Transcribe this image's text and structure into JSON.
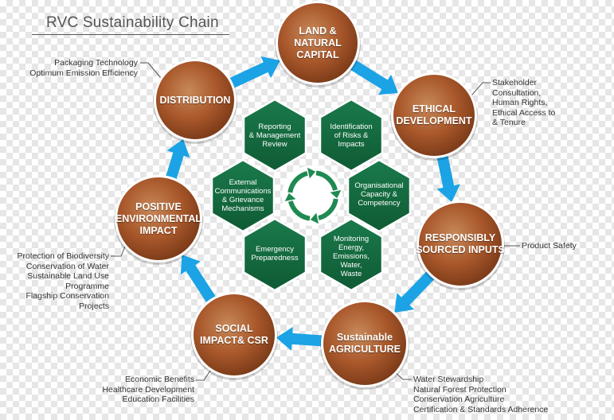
{
  "title": "RVC Sustainability Chain",
  "colors": {
    "arrow": "#1ba3e5",
    "circle_dark": "#7a3a18",
    "circle_mid": "#a9582b",
    "circle_light": "#c7895a",
    "hex_green": "#1a7a4b",
    "hex_green_dark": "#0f5a34",
    "ring_green": "#1f8a52"
  },
  "nodes": [
    {
      "id": "land-natural-capital",
      "label": "LAND &\nNATURAL\nCAPITAL"
    },
    {
      "id": "ethical-development",
      "label": "ETHICAL\nDEVELOPMENT"
    },
    {
      "id": "responsibly-sourced-inputs",
      "label": "RESPONSIBLY\nSOURCED INPUTS"
    },
    {
      "id": "sustainable-agriculture",
      "label": "Sustainable\nAGRICULTURE"
    },
    {
      "id": "social-impact-csr",
      "label": "SOCIAL\nIMPACT& CSR"
    },
    {
      "id": "positive-environmental-impact",
      "label": "POSITIVE\nENVIRONMENTAL\nIMPACT"
    },
    {
      "id": "distribution",
      "label": "DISTRIBUTION"
    }
  ],
  "hexagons": [
    {
      "id": "reporting",
      "label": "Reporting\n& Management\nReview"
    },
    {
      "id": "identification",
      "label": "Identification\nof Risks &\nImpacts"
    },
    {
      "id": "external-communications",
      "label": "External\nCommunications\n& Grievance\nMechanisms"
    },
    {
      "id": "organisational",
      "label": "Organisational\nCapacity &\nCompetency"
    },
    {
      "id": "emergency",
      "label": "Emergency\nPreparedness"
    },
    {
      "id": "monitoring",
      "label": "Monitoring\nEnergy,\nEmissions,\nWater,\nWaste"
    }
  ],
  "notes": {
    "distribution": [
      "Packaging Technology",
      "Optimum Emission Efficiency"
    ],
    "ethical": [
      "Stakeholder",
      "Consultation,",
      "Human Rights,",
      "Ethical Access to",
      "& Tenure"
    ],
    "responsibly": [
      "Product Safety"
    ],
    "environmental": [
      "Protection of Biodiversity",
      "Conservation of Water",
      "Sustainable Land Use",
      "Programme",
      "Flagship Conservation",
      "Projects"
    ],
    "social": [
      "Economic Benefits",
      "Healthcare Development",
      "Education Facilities"
    ],
    "agriculture": [
      "Water Stewardship",
      "Natural Forest Protection",
      "Conservation Agriculture",
      "Certification & Standards Adherence"
    ]
  }
}
